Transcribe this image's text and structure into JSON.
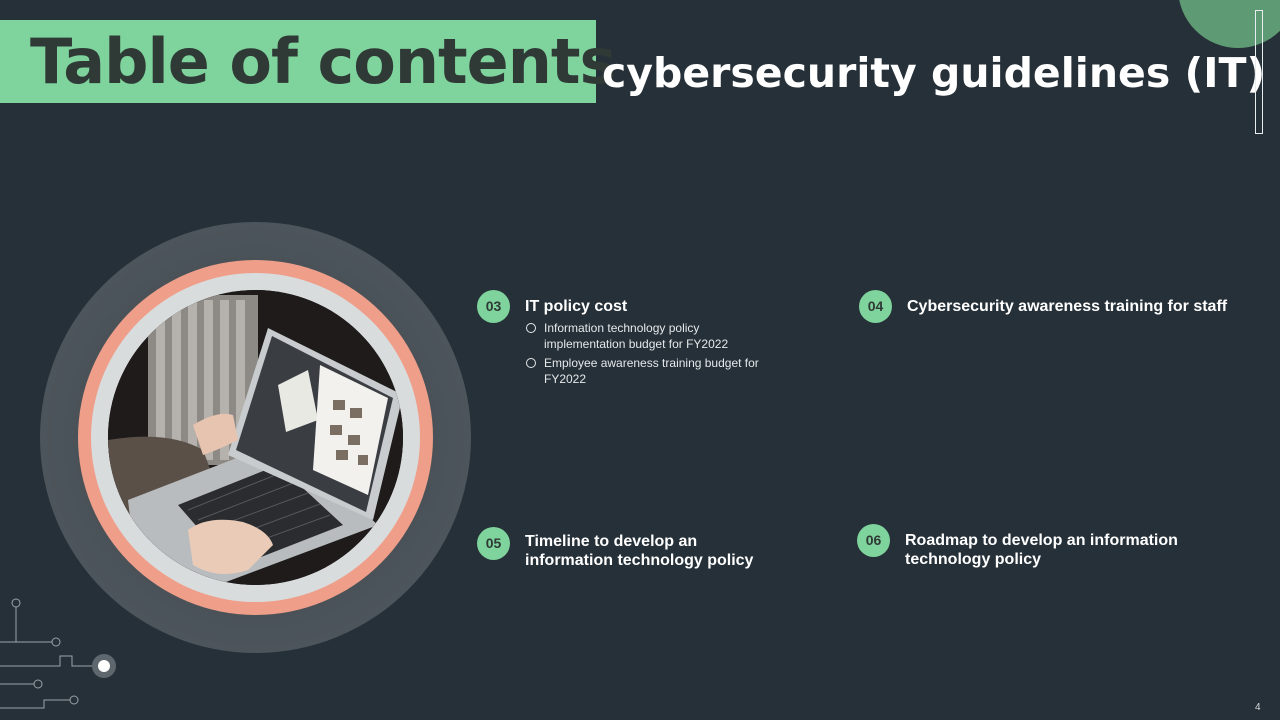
{
  "header": {
    "title": "Table of contents",
    "subtitle": "cybersecurity guidelines (IT)"
  },
  "photo": {
    "alt": "person-using-laptop"
  },
  "items": [
    {
      "number": "03",
      "title": "IT policy cost",
      "bullets": [
        "Information technology policy implementation budget for FY2022",
        "Employee awareness training budget for FY2022"
      ]
    },
    {
      "number": "04",
      "title": "Cybersecurity awareness training for staff"
    },
    {
      "number": "05",
      "title": "Timeline to develop an information technology policy"
    },
    {
      "number": "06",
      "title": "Roadmap to develop an information technology policy"
    }
  ],
  "footer": {
    "page_number": "4"
  },
  "colors": {
    "background": "#263038",
    "accent_green": "#7fd39c",
    "accent_salmon": "#ef9e89",
    "title_text": "#2f3a36"
  }
}
